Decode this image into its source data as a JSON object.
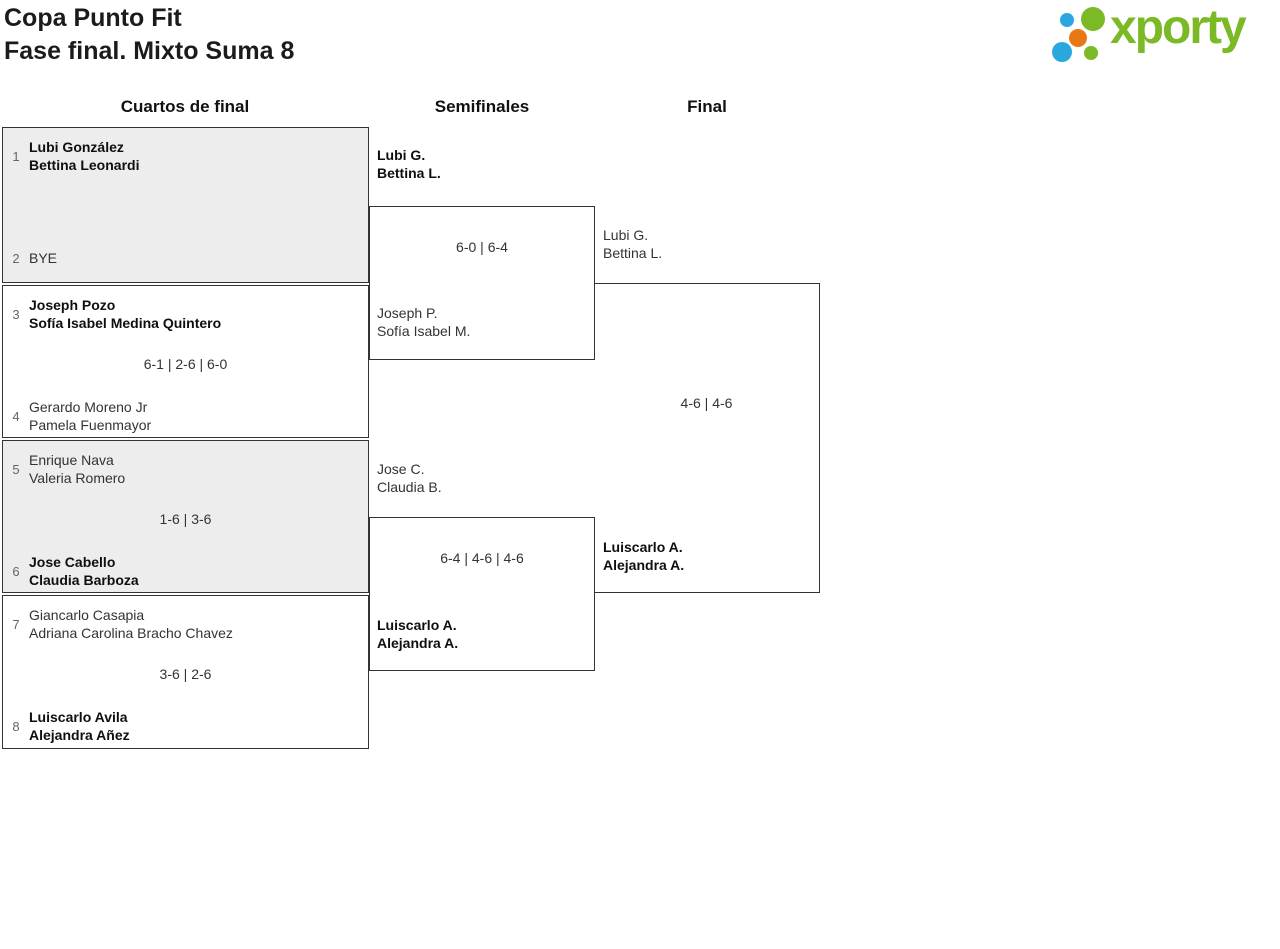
{
  "header": {
    "title": "Copa Punto Fit",
    "subtitle": "Fase final. Mixto Suma 8"
  },
  "logo": {
    "brand": "xporty",
    "green": "#7cb927",
    "blue": "#2ba7df",
    "orange": "#e87816"
  },
  "rounds": {
    "quarterfinals_label": "Cuartos de final",
    "semifinals_label": "Semifinales",
    "final_label": "Final"
  },
  "quarterfinals": [
    {
      "score": "",
      "top": {
        "seed": "1",
        "player1": "Lubi González",
        "player2": "Bettina Leonardi",
        "winner": true
      },
      "bottom": {
        "seed": "2",
        "player1": "BYE",
        "player2": "",
        "winner": false
      }
    },
    {
      "score": "6-1 | 2-6 | 6-0",
      "top": {
        "seed": "3",
        "player1": "Joseph Pozo",
        "player2": "Sofía Isabel Medina Quintero",
        "winner": true
      },
      "bottom": {
        "seed": "4",
        "player1": "Gerardo Moreno Jr",
        "player2": "Pamela Fuenmayor",
        "winner": false
      }
    },
    {
      "score": "1-6 | 3-6",
      "top": {
        "seed": "5",
        "player1": "Enrique Nava",
        "player2": "Valeria Romero",
        "winner": false
      },
      "bottom": {
        "seed": "6",
        "player1": "Jose Cabello",
        "player2": "Claudia Barboza",
        "winner": true
      }
    },
    {
      "score": "3-6 | 2-6",
      "top": {
        "seed": "7",
        "player1": "Giancarlo Casapia",
        "player2": "Adriana Carolina Bracho Chavez",
        "winner": false
      },
      "bottom": {
        "seed": "8",
        "player1": "Luiscarlo Avila",
        "player2": "Alejandra Añez",
        "winner": true
      }
    }
  ],
  "semifinals": [
    {
      "score": "6-0 | 6-4",
      "top": {
        "player1": "Lubi G.",
        "player2": "Bettina L.",
        "winner": true
      },
      "bottom": {
        "player1": "Joseph P.",
        "player2": "Sofía Isabel M.",
        "winner": false
      }
    },
    {
      "score": "6-4 | 4-6 | 4-6",
      "top": {
        "player1": "Jose C.",
        "player2": "Claudia B.",
        "winner": false
      },
      "bottom": {
        "player1": "Luiscarlo A.",
        "player2": "Alejandra A.",
        "winner": true
      }
    }
  ],
  "final": {
    "score": "4-6 | 4-6",
    "top": {
      "player1": "Lubi G.",
      "player2": "Bettina L.",
      "winner": false
    },
    "bottom": {
      "player1": "Luiscarlo A.",
      "player2": "Alejandra A.",
      "winner": true
    }
  }
}
